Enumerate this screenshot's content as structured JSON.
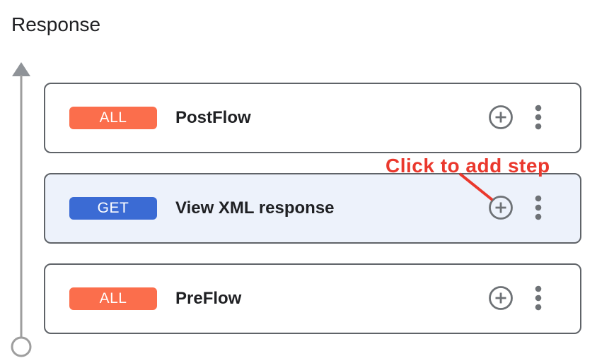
{
  "page": {
    "title": "Response"
  },
  "cards": [
    {
      "badge": "ALL",
      "label": "PostFlow",
      "badge_color": "#fb6e4c",
      "highlighted": false
    },
    {
      "badge": "GET",
      "label": "View XML response",
      "badge_color": "#3b6bd4",
      "highlighted": true
    },
    {
      "badge": "ALL",
      "label": "PreFlow",
      "badge_color": "#fb6e4c",
      "highlighted": false
    }
  ],
  "annotation": {
    "label": "Click to add step"
  },
  "icons": {
    "add": "add-step-icon",
    "more": "more-options-icon",
    "flow_arrow": "flow-direction-arrow",
    "flow_endpoint": "flow-endpoint-circle"
  },
  "colors": {
    "badge_all": "#fb6e4c",
    "badge_get": "#3b6bd4",
    "card_border": "#5f6368",
    "selected_card_bg": "#edf2fb",
    "annotation_red": "#ea382d",
    "icon_gray": "#6e7276",
    "flow_line_gray": "#9e9e9e",
    "text_dark": "#202124"
  }
}
